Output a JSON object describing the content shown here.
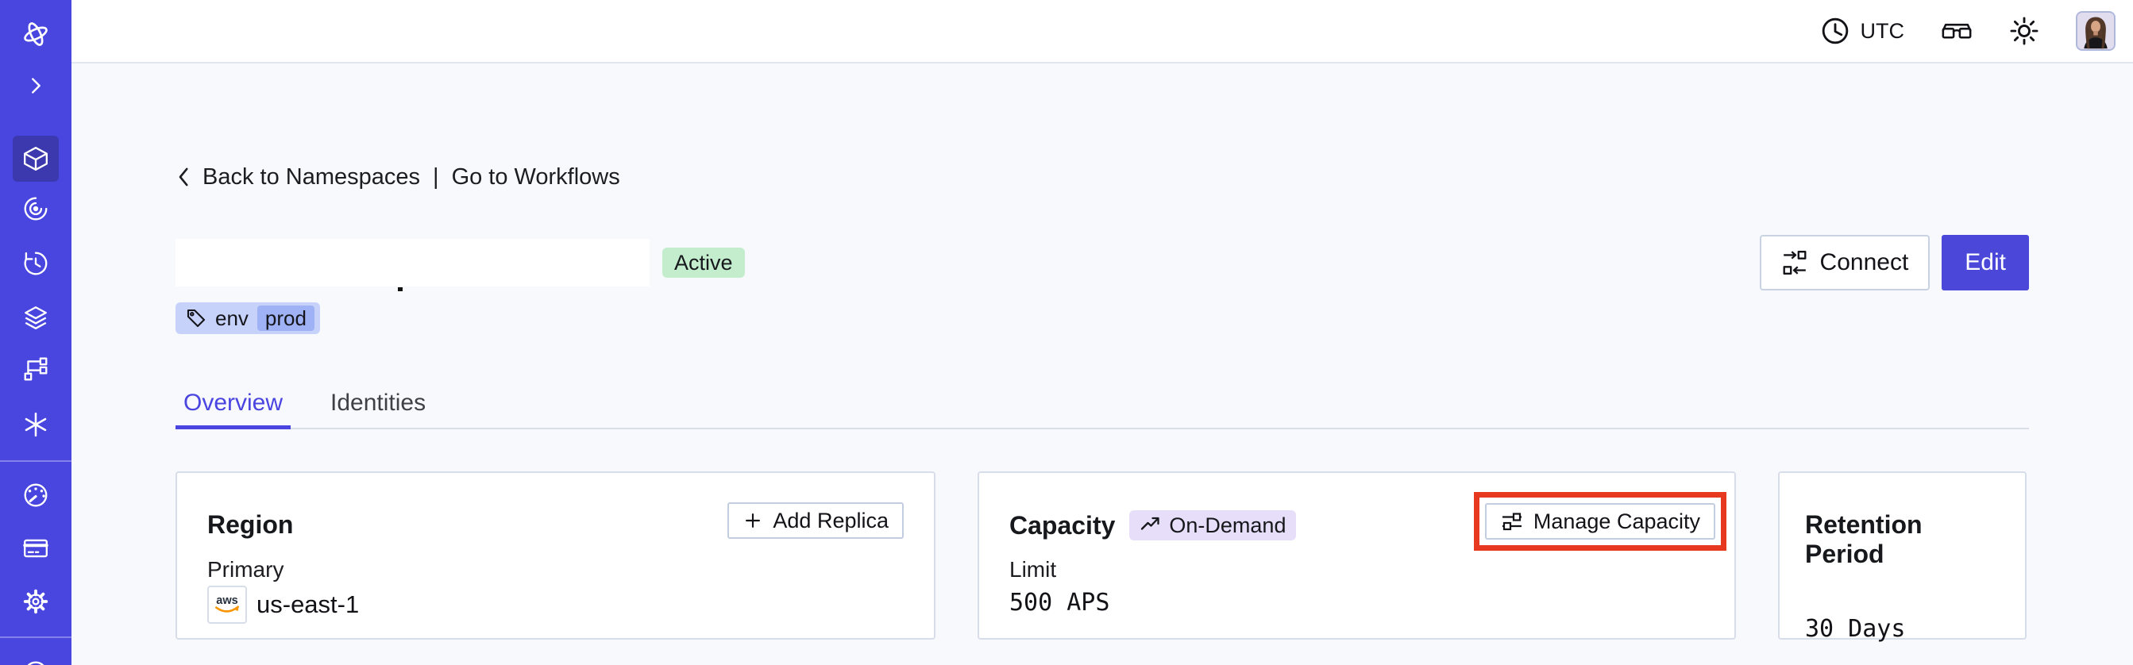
{
  "topbar": {
    "timezone": "UTC",
    "icons": [
      "clock-icon",
      "glasses-icon",
      "sun-icon"
    ],
    "avatar": "user-avatar-photo"
  },
  "sidebar": {
    "items": [
      {
        "icon": "temporal-logo-icon"
      },
      {
        "icon": "chevron-right-expand-icon"
      },
      {
        "icon": "cube-namespaces-icon",
        "active": true
      },
      {
        "icon": "spiral-workflows-icon"
      },
      {
        "icon": "clock-history-schedules-icon"
      },
      {
        "icon": "layers-icon"
      },
      {
        "icon": "branch-icon"
      },
      {
        "icon": "asterisk-nexus-icon"
      },
      {
        "icon": "gauge-usage-icon"
      },
      {
        "icon": "billing-card-icon"
      },
      {
        "icon": "gear-settings-icon"
      },
      {
        "icon": "partial-circle-icon"
      }
    ]
  },
  "breadcrumb": {
    "back_label": "Back to Namespaces",
    "separator": "|",
    "forward_label": "Go to Workflows"
  },
  "header": {
    "title_redacted": "",
    "status_badge": "Active",
    "tag": {
      "key": "env",
      "value": "prod"
    },
    "connect_label": "Connect",
    "edit_label": "Edit"
  },
  "tabs": [
    {
      "label": "Overview",
      "active": true
    },
    {
      "label": "Identities",
      "active": false
    }
  ],
  "cards": {
    "region": {
      "title": "Region",
      "action_label": "Add Replica",
      "field_label": "Primary",
      "provider": "aws",
      "value": "us-east-1"
    },
    "capacity": {
      "title": "Capacity",
      "badge": "On-Demand",
      "action_label": "Manage Capacity",
      "field_label": "Limit",
      "value": "500 APS"
    },
    "retention": {
      "title": "Retention Period",
      "value": "30 Days"
    }
  },
  "annotation": {
    "highlight_target": "manage-capacity-button",
    "color": "#e6391f"
  },
  "colors": {
    "sidebar_bg": "#4946e0",
    "sidebar_active_bg": "#3c39ae",
    "accent_indigo": "#4a47d9",
    "tab_active": "#4a44e0",
    "content_bg": "#f8f9fc",
    "status_green_bg": "#c3edcc",
    "tag_bg": "#c7d2fa",
    "tag_value_bg": "#9fb2f5",
    "ondemand_bg": "#e7def9",
    "annotation_red": "#e6391f",
    "card_border": "#d7dde9",
    "aws_smile_orange": "#f79400"
  }
}
